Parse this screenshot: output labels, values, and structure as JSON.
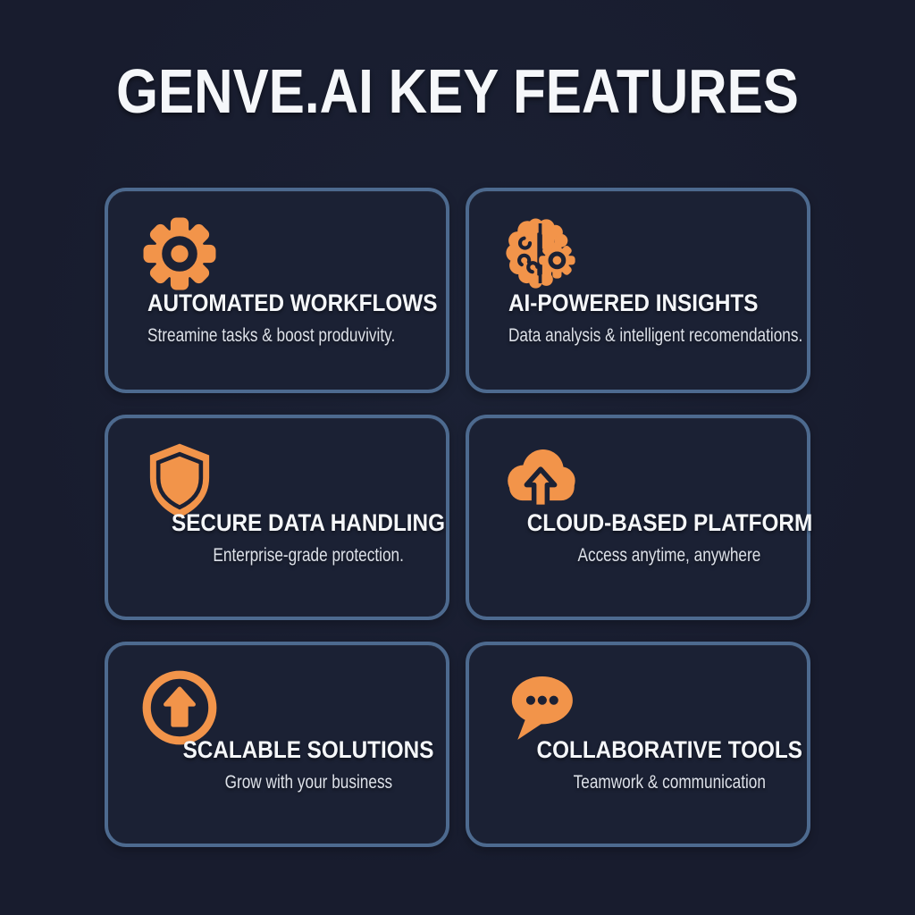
{
  "header": {
    "title": "GENVE.AI KEY FEATURES"
  },
  "colors": {
    "background": "#181c2e",
    "card_background": "#1b2134",
    "card_border": "#4d6a8f",
    "accent_orange": "#f2944a",
    "title_text": "#f5f7fa",
    "subtitle_text": "#dde1e9"
  },
  "cards": [
    {
      "icon": "gear-icon",
      "title": "AUTOMATED WORKFLOWS",
      "subtitle": "Streamine tasks & boost produvivity."
    },
    {
      "icon": "brain-gear-icon",
      "title": "AI-POWERED INSIGHTS",
      "subtitle": "Data analysis & intelligent recomendations."
    },
    {
      "icon": "shield-icon",
      "title": "SECURE DATA HANDLING",
      "subtitle": "Enterprise-grade protection."
    },
    {
      "icon": "cloud-upload-icon",
      "title": "CLOUD-BASED PLATFORM",
      "subtitle": "Access anytime, anywhere"
    },
    {
      "icon": "arrow-up-circle-icon",
      "title": "SCALABLE SOLUTIONS",
      "subtitle": "Grow with your business"
    },
    {
      "icon": "chat-bubble-icon",
      "title": "COLLABORATIVE TOOLS",
      "subtitle": "Teamwork & communication"
    }
  ]
}
